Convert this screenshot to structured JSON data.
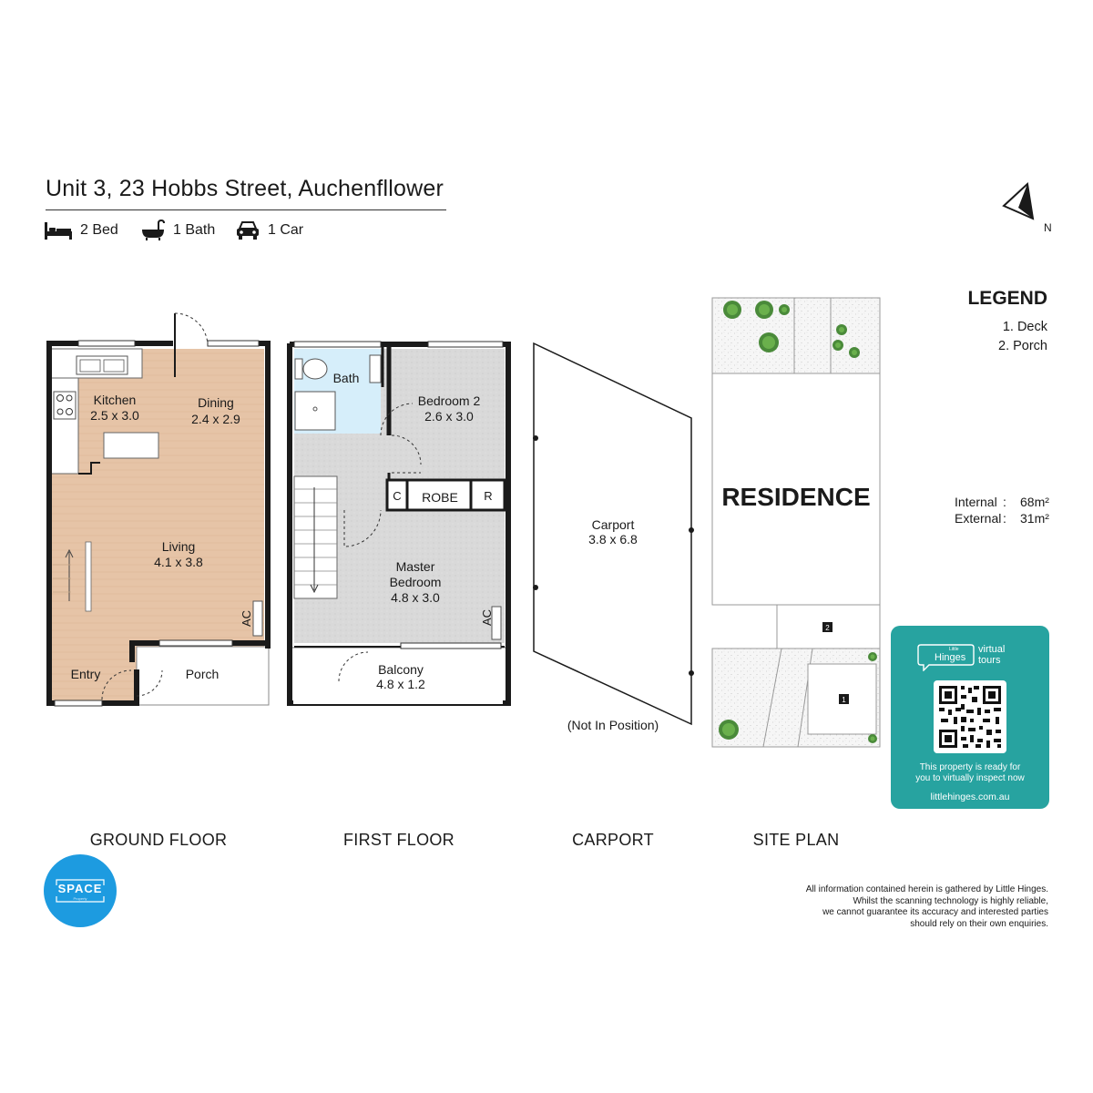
{
  "header": {
    "title": "Unit 3, 23 Hobbs Street, Auchenfllower",
    "features": [
      {
        "icon": "bed-icon",
        "label": "2 Bed"
      },
      {
        "icon": "bathtub-icon",
        "label": "1 Bath"
      },
      {
        "icon": "car-icon",
        "label": "1 Car"
      }
    ]
  },
  "north": {
    "label": "N"
  },
  "ground_floor": {
    "caption": "GROUND FLOOR",
    "rooms": {
      "kitchen": {
        "name": "Kitchen",
        "size": "2.5 x 3.0"
      },
      "dining": {
        "name": "Dining",
        "size": "2.4 x 2.9"
      },
      "living": {
        "name": "Living",
        "size": "4.1 x 3.8"
      },
      "entry": {
        "name": "Entry"
      },
      "porch": {
        "name": "Porch"
      },
      "ac": "AC"
    }
  },
  "first_floor": {
    "caption": "FIRST FLOOR",
    "rooms": {
      "bath": {
        "name": "Bath"
      },
      "bedroom2": {
        "name": "Bedroom 2",
        "size": "2.6 x 3.0"
      },
      "c": "C",
      "robe": "ROBE",
      "r": "R",
      "master": {
        "name1": "Master",
        "name2": "Bedroom",
        "size": "4.8 x 3.0"
      },
      "ac": "AC",
      "balcony": {
        "name": "Balcony",
        "size": "4.8 x 1.2"
      }
    }
  },
  "carport": {
    "caption": "CARPORT",
    "name": "Carport",
    "size": "3.8 x 6.8",
    "note": "(Not In Position)"
  },
  "site_plan": {
    "caption": "SITE PLAN",
    "residence": "RESIDENCE",
    "markers": [
      "1",
      "2"
    ]
  },
  "legend": {
    "title": "LEGEND",
    "items": [
      "1. Deck",
      "2. Porch"
    ],
    "internal_label": "Internal",
    "internal_value": "68m²",
    "external_label": "External",
    "external_value": "31m²"
  },
  "virtual_tour": {
    "brand_small": "Little",
    "brand": "Hinges",
    "word1": "virtual",
    "word2": "tours",
    "message_line1": "This property is ready for",
    "message_line2": "you to virtually inspect now",
    "url": "littlehinges.com.au",
    "color": "#27a3a0"
  },
  "agency": {
    "name": "SPACE",
    "sub": "Property",
    "color": "#1d9be0"
  },
  "disclaimer": [
    "All information contained herein is gathered by Little Hinges.",
    "Whilst the scanning technology is highly reliable,",
    "we cannot guarantee its accuracy and interested parties",
    "should rely on their own enquiries."
  ]
}
